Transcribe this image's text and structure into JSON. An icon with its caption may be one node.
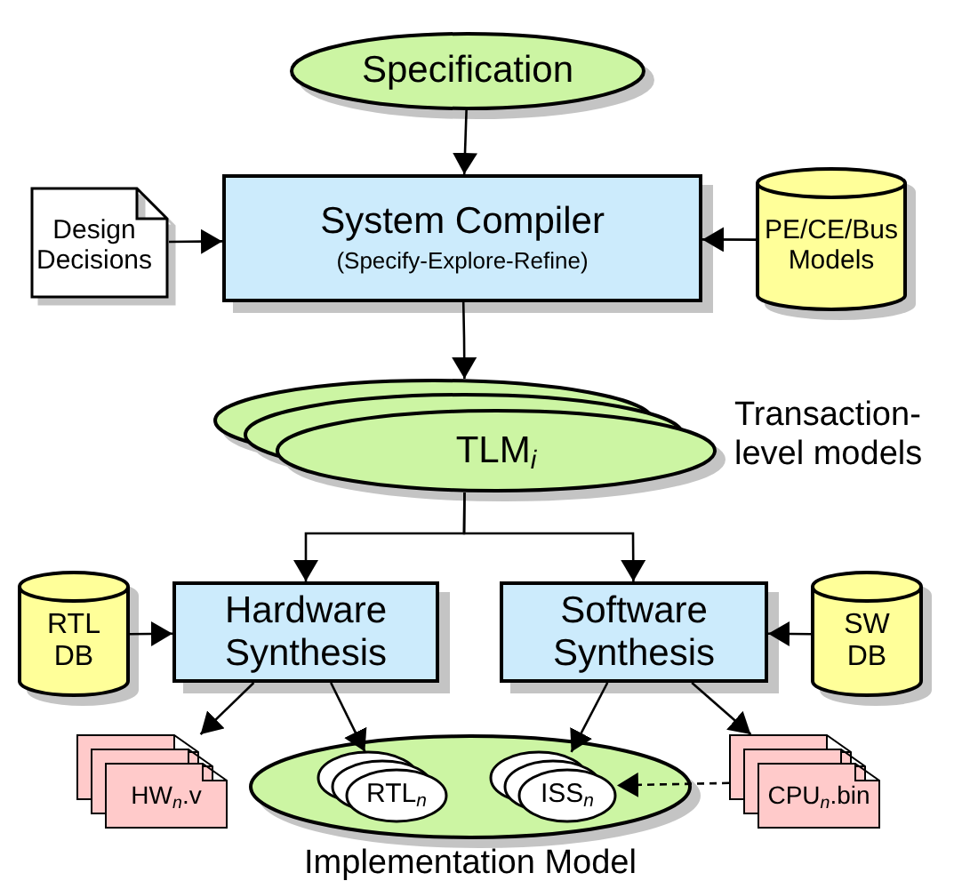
{
  "diagram": {
    "nodes": [
      {
        "text": [
          "Specification"
        ]
      },
      {
        "text": [
          "Design Decisions"
        ]
      },
      {
        "text": [
          "System Compiler",
          "(Specify-Explore-Refine)"
        ]
      },
      {
        "text": [
          "PE/CE/Bus Models"
        ]
      },
      {
        "text": [
          "TLM$_{i}$"
        ],
        "beside": [
          "Transaction-level models"
        ]
      },
      {
        "text": [
          "RTL DB"
        ]
      },
      {
        "text": [
          "Hardware Synthesis"
        ]
      },
      {
        "text": [
          "Software Synthesis"
        ]
      },
      {
        "text": [
          "SW DB"
        ]
      },
      {
        "text": [
          "HW$_{n}$.v"
        ]
      },
      {
        "text": [
          "Implementation Model"
        ]
      },
      {
        "text": [
          "RTL$_{n}$"
        ],
        "in": 10
      },
      {
        "text": [
          "ISS$_{n}$"
        ],
        "in": 10
      },
      {
        "text": [
          "CPU$_{n}$.bin"
        ]
      }
    ],
    "edges": [
      {
        "from": 0,
        "to": 2,
        "arrow": "to"
      },
      {
        "from": 1,
        "to": 2,
        "arrow": "to"
      },
      {
        "from": 3,
        "to": 2,
        "arrow": "to"
      },
      {
        "from": 2,
        "to": 4,
        "arrow": "to"
      },
      {
        "from": 4,
        "to": 6,
        "arrow": "to"
      },
      {
        "from": 4,
        "to": 7,
        "arrow": "to"
      },
      {
        "from": 5,
        "to": 6,
        "arrow": "to"
      },
      {
        "from": 8,
        "to": 7,
        "arrow": "to"
      },
      {
        "from": 6,
        "to": 9,
        "arrow": "to"
      },
      {
        "from": 6,
        "to": 11,
        "arrow": "to"
      },
      {
        "from": 7,
        "to": 12,
        "arrow": "to"
      },
      {
        "from": 7,
        "to": 13,
        "arrow": "to"
      },
      {
        "from": 13,
        "to": 12,
        "arrow": "to",
        "style": "dashed"
      }
    ]
  }
}
